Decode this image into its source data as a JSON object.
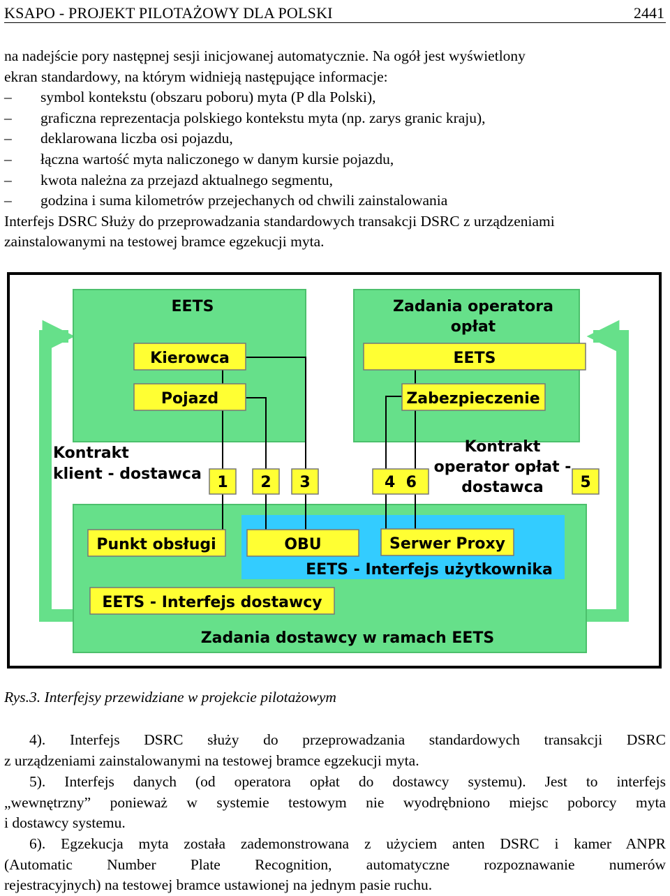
{
  "header": {
    "title": "KSAPO - PROJEKT PILOTAŻOWY DLA POLSKI",
    "page_number": "2441"
  },
  "intro": {
    "line1": "na nadejście pory następnej sesji inicjowanej automatycznie. Na ogół jest wyświetlony",
    "line2": "ekran standardowy, na którym widnieją następujące informacje:",
    "bullets": [
      "symbol kontekstu (obszaru poboru) myta (P dla Polski),",
      "graficzna reprezentacja polskiego kontekstu myta (np. zarys granic kraju),",
      "deklarowana liczba osi pojazdu,",
      "łączna wartość myta naliczonego w danym kursie pojazdu,",
      "kwota należna za przejazd aktualnego segmentu,",
      "godzina i suma kilometrów przejechanych od chwili zainstalowania"
    ],
    "dsrc_line1": "Interfejs DSRC Służy do przeprowadzania standardowych transakcji DSRC z urządzeniami",
    "dsrc_line2": "zainstalowanymi na testowej bramce egzekucji myta."
  },
  "dash": "–",
  "diagram": {
    "eets_title": "EETS",
    "driver": "Kierowca",
    "vehicle": "Pojazd",
    "operator_title_1": "Zadania operatora",
    "operator_title_2": "opłat",
    "operator_eets": "EETS",
    "security": "Zabezpieczenie",
    "contract_client_1": "Kontrakt",
    "contract_client_2": "klient - dostawca",
    "contract_operator_1": "Kontrakt",
    "contract_operator_2": "operator opłat -",
    "contract_operator_3": "dostawca",
    "n1": "1",
    "n2": "2",
    "n3": "3",
    "n46": "4  6",
    "n5": "5",
    "service_point": "Punkt obsługi",
    "obu": "OBU",
    "proxy": "Serwer Proxy",
    "user_interface": "EETS - Interfejs użytkownika",
    "provider_interface": "EETS - Interfejs dostawcy",
    "provider_tasks": "Zadania dostawcy w ramach EETS",
    "colors": {
      "green": "#66e08a",
      "yellow": "#ffff33",
      "blue": "#33ccff"
    }
  },
  "caption": "Rys.3. Interfejsy przewidziane w projekcie pilotażowym",
  "para4": {
    "line1": "4). Interfejs DSRC służy do przeprowadzania standardowych transakcji DSRC",
    "line2": "z urządzeniami zainstalowanymi na testowej bramce egzekucji myta."
  },
  "para5": {
    "line1": "5). Interfejs danych (od operatora opłat do dostawcy systemu). Jest to interfejs",
    "line2": "„wewnętrzny” ponieważ w systemie testowym nie wyodrębniono miejsc poborcy myta",
    "line3": "i dostawcy systemu."
  },
  "para6": {
    "line1": "6). Egzekucja myta została zademonstrowana z użyciem anten DSRC i kamer ANPR",
    "line2": "(Automatic Number Plate Recognition, automatyczne rozpoznawanie numerów",
    "line3": "rejestracyjnych) na testowej bramce ustawionej na jednym pasie ruchu."
  }
}
